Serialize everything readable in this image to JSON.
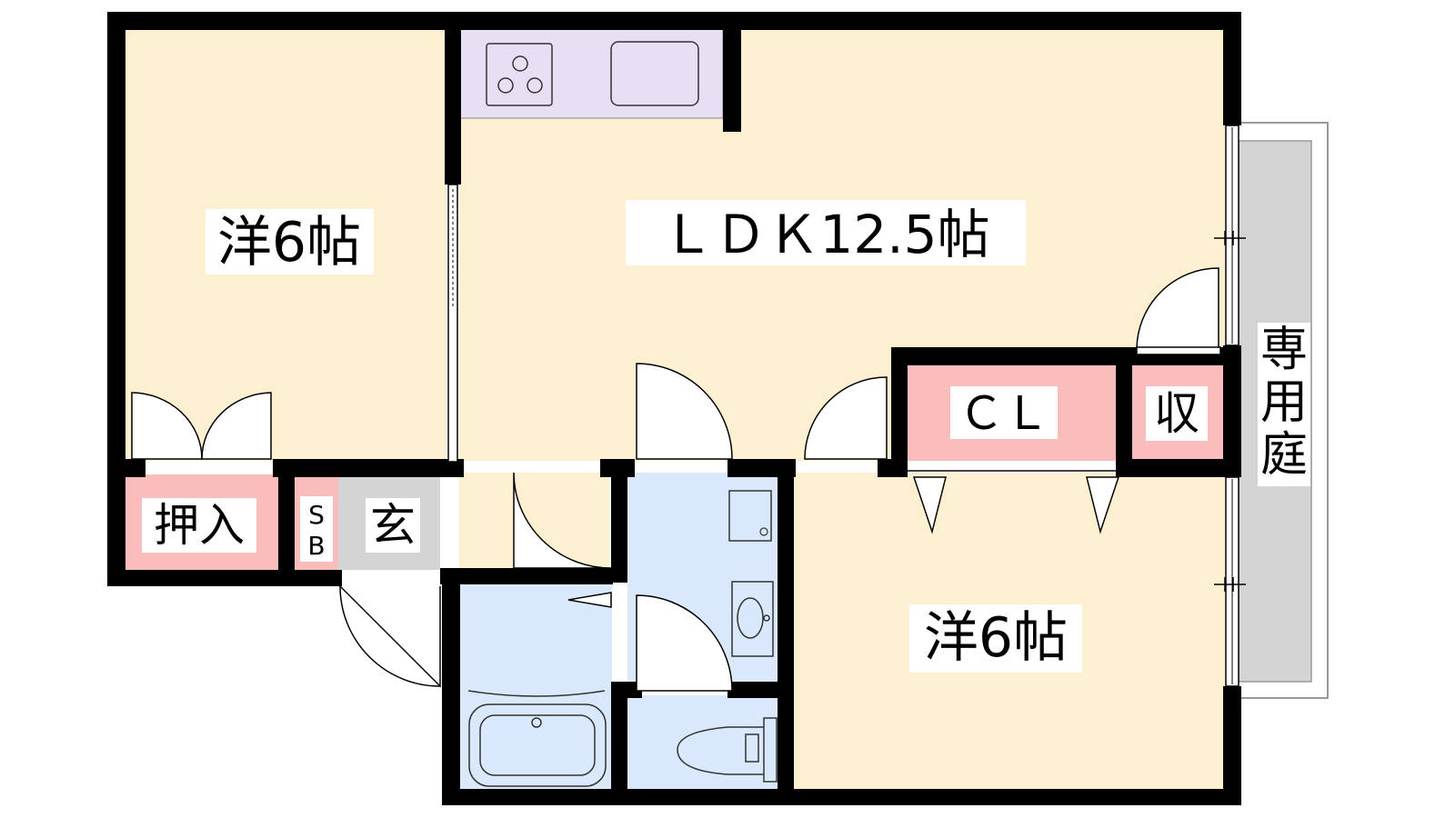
{
  "floor_plan": {
    "rooms": {
      "western_room_1": {
        "label": "洋6帖"
      },
      "ldk": {
        "label": "ＬＤＫ12.5帖"
      },
      "western_room_2": {
        "label": "洋6帖"
      },
      "closet_main": {
        "label": "ＣＬ"
      },
      "storage": {
        "label": "収"
      },
      "oshiire": {
        "label": "押入"
      },
      "shoe_box_s": {
        "label": "S"
      },
      "shoe_box_b": {
        "label": "B"
      },
      "entrance": {
        "label": "玄"
      },
      "private_garden": {
        "label": "専用庭"
      }
    },
    "colors": {
      "room": "#fdf0d0",
      "kitchen": "#e9dff5",
      "wet_area": "#d9e9fb",
      "storage": "#fbbcbc",
      "entrance": "#d4d4d4",
      "garden": "#d4d4d4",
      "wall": "#000000"
    }
  }
}
